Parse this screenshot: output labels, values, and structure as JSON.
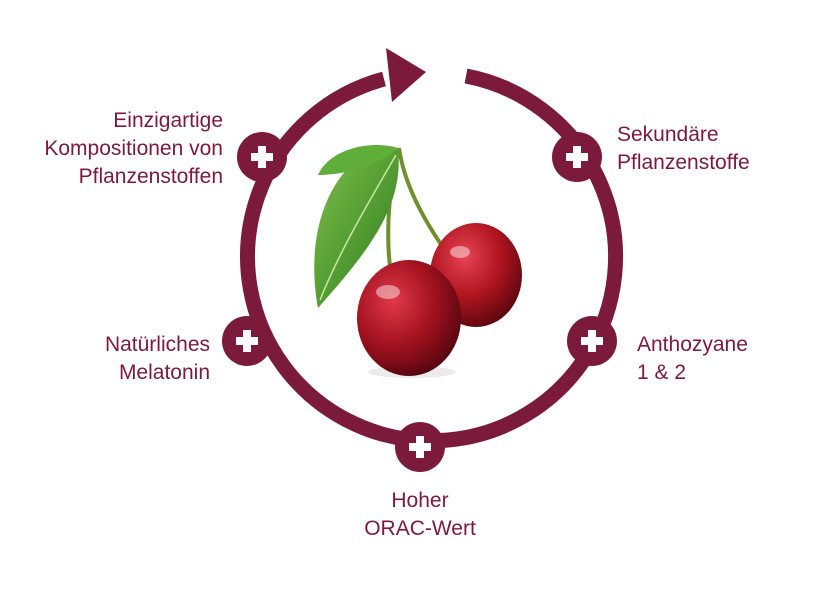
{
  "colors": {
    "accent": "#7c1a3c",
    "plus": "#ffffff"
  },
  "icons": {
    "plus": "plus-icon",
    "center_image": "cherry-pair-illustration"
  },
  "benefits": [
    {
      "key": "top_left",
      "lines": [
        "Einzigartige",
        "Kompositionen von",
        "Pflanzenstoffen"
      ]
    },
    {
      "key": "top_right",
      "lines": [
        "Sekundäre",
        "Pflanzenstoffe"
      ]
    },
    {
      "key": "mid_left",
      "lines": [
        "Natürliches",
        "Melatonin"
      ]
    },
    {
      "key": "mid_right",
      "lines": [
        "Anthozyane",
        "1 & 2"
      ]
    },
    {
      "key": "bottom",
      "lines": [
        "Hoher",
        "ORAC-Wert"
      ]
    }
  ]
}
